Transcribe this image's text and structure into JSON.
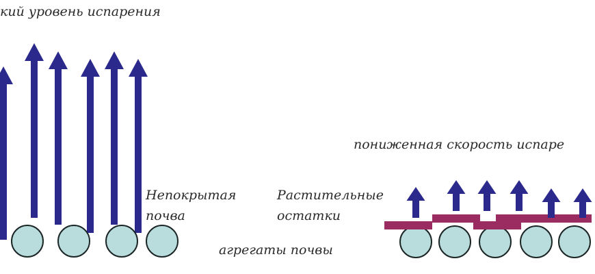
{
  "labels": {
    "high_evaporation": "кий уровень испарения",
    "reduced_evaporation": "пониженная скорость испаре",
    "bare_soil_line1": "Непокрытая",
    "bare_soil_line2": "почва",
    "residue_line1": "Растительные",
    "residue_line2": "остатки",
    "soil_aggregates": "агрегаты почвы"
  },
  "colors": {
    "arrow": "#2b2a8c",
    "aggregate_fill": "#b9dcdc",
    "aggregate_stroke": "#1c2626",
    "residue": "#9b2c62",
    "text": "#2a2a2a"
  }
}
